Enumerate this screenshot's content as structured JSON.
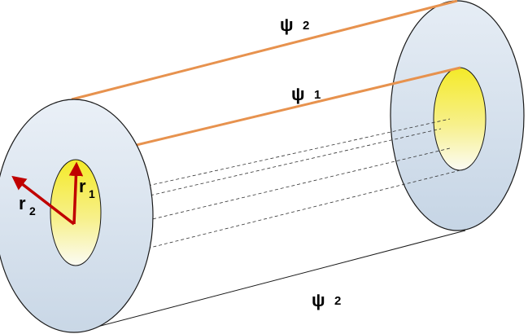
{
  "labels": {
    "psi2_top": {
      "symbol": "ψ",
      "index": "2"
    },
    "psi1": {
      "symbol": "ψ",
      "index": "1"
    },
    "psi2_bottom": {
      "symbol": "ψ",
      "index": "2"
    },
    "r1": {
      "base": "r",
      "index": "1"
    },
    "r2": {
      "base": "r",
      "index": "2"
    }
  },
  "colors": {
    "outer_face": "#d9e4ef",
    "outline": "#1a1a1a",
    "inner_face_light": "#fafaf2",
    "inner_face_yellow": "#f4ec3c",
    "orange_line": "#e7924e",
    "radius_arrow": "#c00000",
    "dashed_line": "#333333"
  },
  "icons": [
    "radius-arrow-icon"
  ]
}
